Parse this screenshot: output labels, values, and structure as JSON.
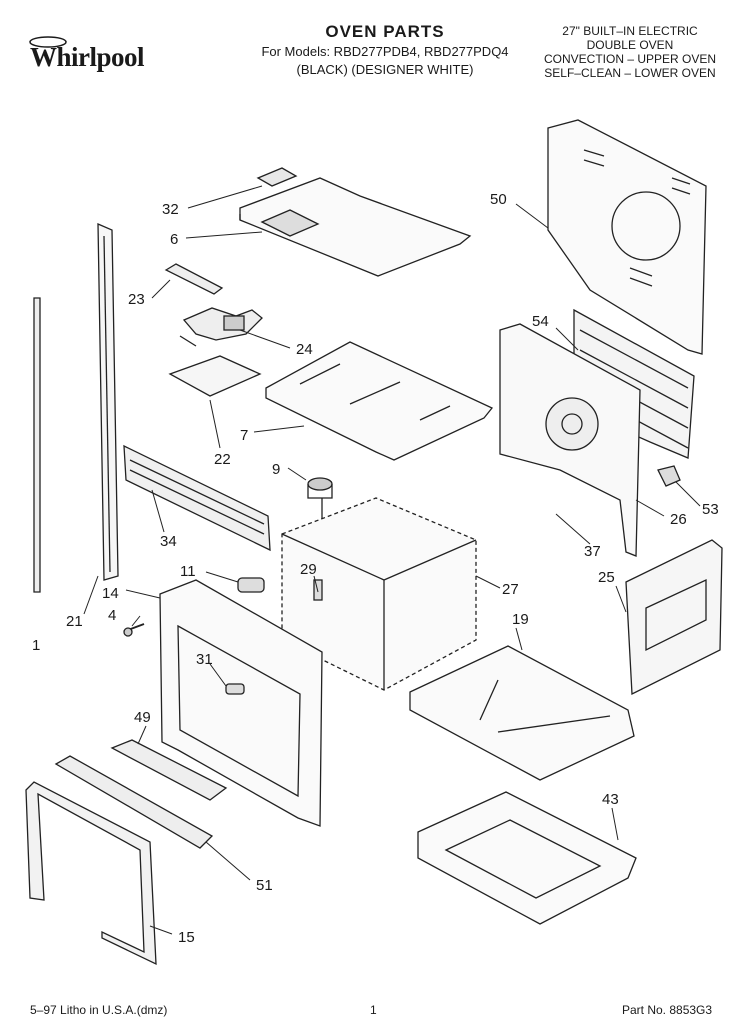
{
  "header": {
    "brand": "Whirlpool",
    "title": "OVEN PARTS",
    "models": "For Models: RBD277PDB4, RBD277PDQ4",
    "finishes": "(BLACK)  (DESIGNER WHITE)",
    "description": [
      "27\" BUILT–IN ELECTRIC",
      "DOUBLE OVEN",
      "CONVECTION – UPPER OVEN",
      "SELF–CLEAN – LOWER OVEN"
    ]
  },
  "callouts": [
    "32",
    "6",
    "50",
    "23",
    "24",
    "54",
    "22",
    "7",
    "9",
    "53",
    "26",
    "34",
    "37",
    "11",
    "29",
    "27",
    "25",
    "14",
    "21",
    "4",
    "19",
    "1",
    "31",
    "49",
    "43",
    "51",
    "15"
  ],
  "footer": {
    "litho": "5–97 Litho in U.S.A.(dmz)",
    "page": "1",
    "part_no": "Part No. 8853G3"
  }
}
